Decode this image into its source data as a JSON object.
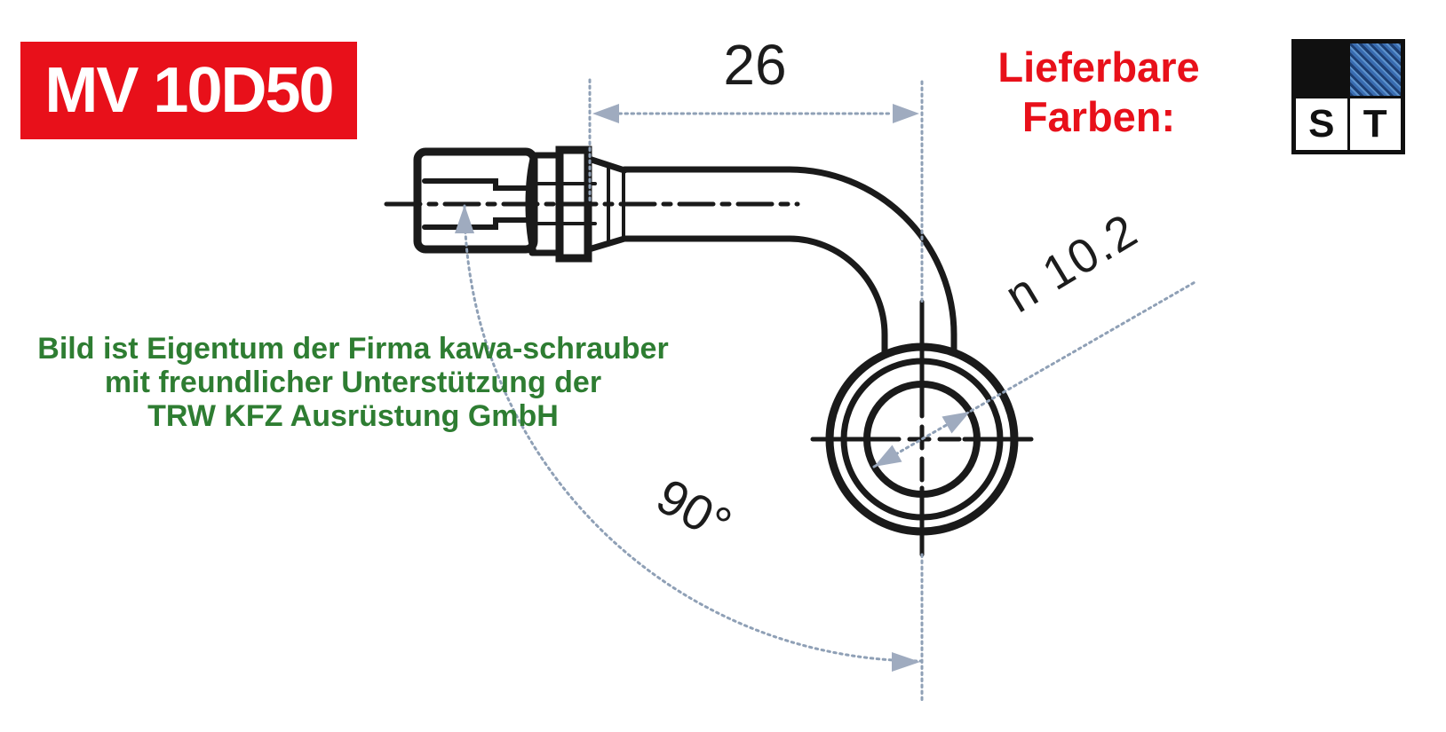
{
  "product": {
    "code": "MV 10D50"
  },
  "colors_note": {
    "line1": "Lieferbare",
    "line2": "Farben:"
  },
  "logo": {
    "letter_s": "S",
    "letter_t": "T"
  },
  "attribution": {
    "lines": [
      "Bild ist Eigentum der Firma kawa-schrauber",
      "mit freundlicher Unterstützung der",
      "TRW KFZ Ausrüstung GmbH"
    ]
  },
  "drawing": {
    "type": "technical-diagram",
    "part": "90-degree banjo brake hose fitting, side view",
    "dimensions": {
      "length": "26",
      "bore_diameter": "n 10.2",
      "bend_angle": "90°"
    }
  },
  "colors": {
    "accent_red": "#e8101a",
    "attribution_green": "#2e7d32",
    "line_black": "#1a1a1a",
    "dimension_gray": "#8fa0b6",
    "logo_blue": "#3a6db1"
  }
}
